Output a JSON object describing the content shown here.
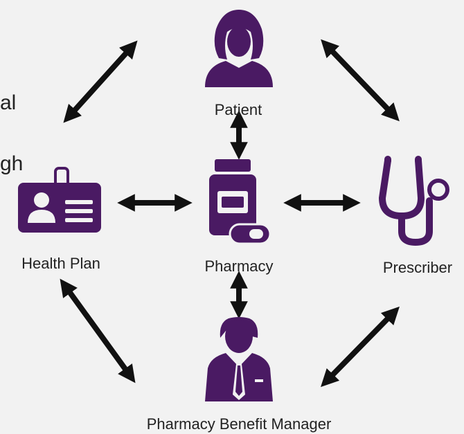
{
  "colors": {
    "icon": "#4a1a63",
    "arrow": "#111111",
    "background": "#f2f2f2",
    "text": "#222222"
  },
  "background_text": [
    "al",
    "gh"
  ],
  "nodes": {
    "patient": {
      "label": "Patient",
      "icon": "patient-icon"
    },
    "health_plan": {
      "label": "Health Plan",
      "icon": "id-card-icon"
    },
    "pharmacy": {
      "label": "Pharmacy",
      "icon": "pill-bottle-icon"
    },
    "prescriber": {
      "label": "Prescriber",
      "icon": "stethoscope-icon"
    },
    "pbm": {
      "label": "Pharmacy Benefit Manager",
      "icon": "businessman-icon"
    }
  },
  "connections": [
    [
      "patient",
      "health_plan"
    ],
    [
      "patient",
      "prescriber"
    ],
    [
      "patient",
      "pharmacy"
    ],
    [
      "health_plan",
      "pharmacy"
    ],
    [
      "pharmacy",
      "prescriber"
    ],
    [
      "pharmacy",
      "pbm"
    ],
    [
      "health_plan",
      "pbm"
    ],
    [
      "prescriber",
      "pbm"
    ]
  ]
}
